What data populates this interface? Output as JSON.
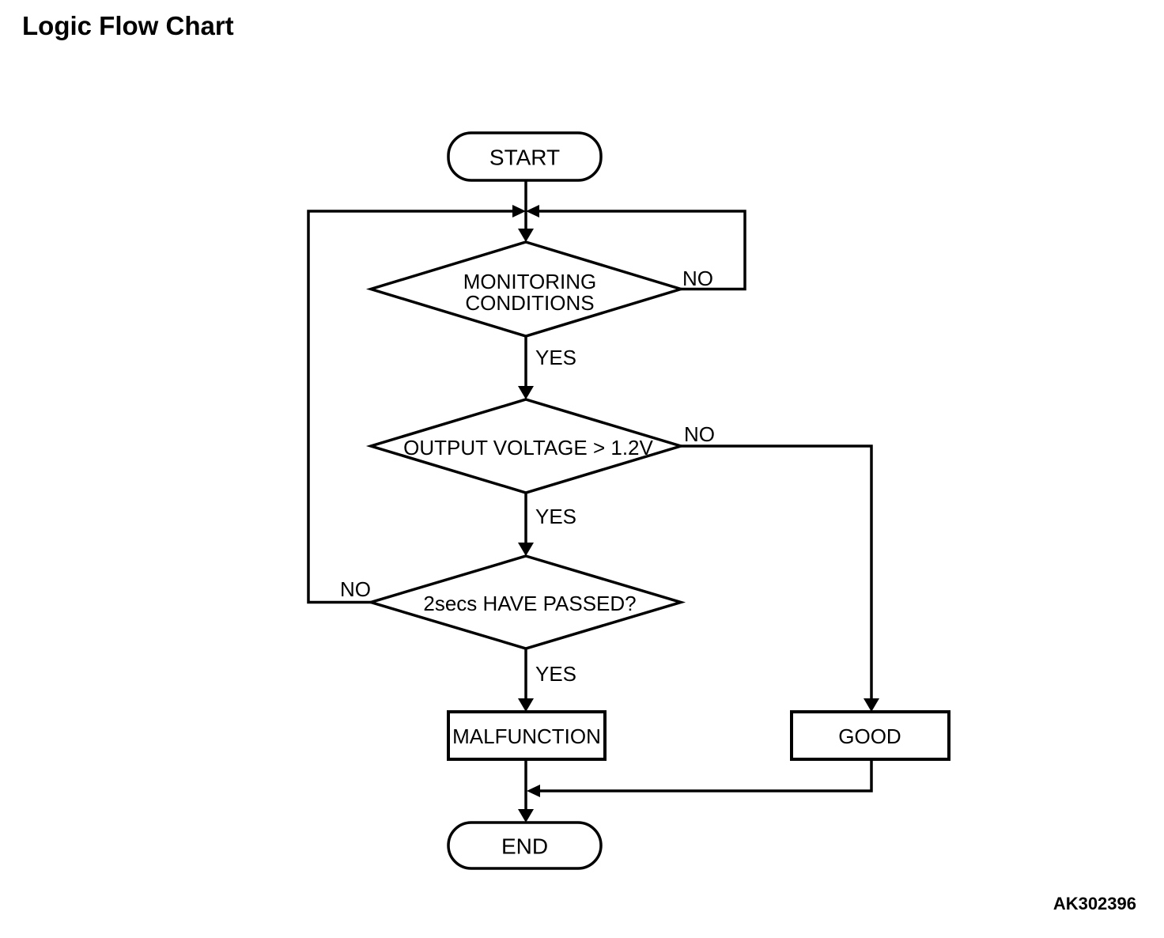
{
  "page": {
    "title": "Logic Flow Chart",
    "figure_code": "AK302396",
    "colors": {
      "ink": "#000000",
      "paper": "#ffffff"
    }
  },
  "nodes": {
    "start": {
      "label": "START"
    },
    "monitoring": {
      "line1": "MONITORING",
      "line2": "CONDITIONS"
    },
    "voltage": {
      "label": "OUTPUT VOLTAGE > 1.2V"
    },
    "passed": {
      "label": "2secs HAVE PASSED?"
    },
    "malfunction": {
      "label": "MALFUNCTION"
    },
    "good": {
      "label": "GOOD"
    },
    "end": {
      "label": "END"
    }
  },
  "edge_labels": {
    "monitoring_yes": "YES",
    "monitoring_no": "NO",
    "voltage_yes": "YES",
    "voltage_no": "NO",
    "passed_yes": "YES",
    "passed_no": "NO"
  },
  "connections": [
    {
      "from": "START",
      "to": "MONITORING CONDITIONS",
      "via": ""
    },
    {
      "from": "MONITORING CONDITIONS",
      "via": "YES",
      "to": "OUTPUT VOLTAGE > 1.2V"
    },
    {
      "from": "MONITORING CONDITIONS",
      "via": "NO",
      "to": "MONITORING CONDITIONS"
    },
    {
      "from": "OUTPUT VOLTAGE > 1.2V",
      "via": "YES",
      "to": "2secs HAVE PASSED?"
    },
    {
      "from": "OUTPUT VOLTAGE > 1.2V",
      "via": "NO",
      "to": "GOOD"
    },
    {
      "from": "2secs HAVE PASSED?",
      "via": "YES",
      "to": "MALFUNCTION"
    },
    {
      "from": "2secs HAVE PASSED?",
      "via": "NO",
      "to": "MONITORING CONDITIONS"
    },
    {
      "from": "MALFUNCTION",
      "to": "END",
      "via": ""
    },
    {
      "from": "GOOD",
      "to": "END",
      "via": ""
    }
  ]
}
